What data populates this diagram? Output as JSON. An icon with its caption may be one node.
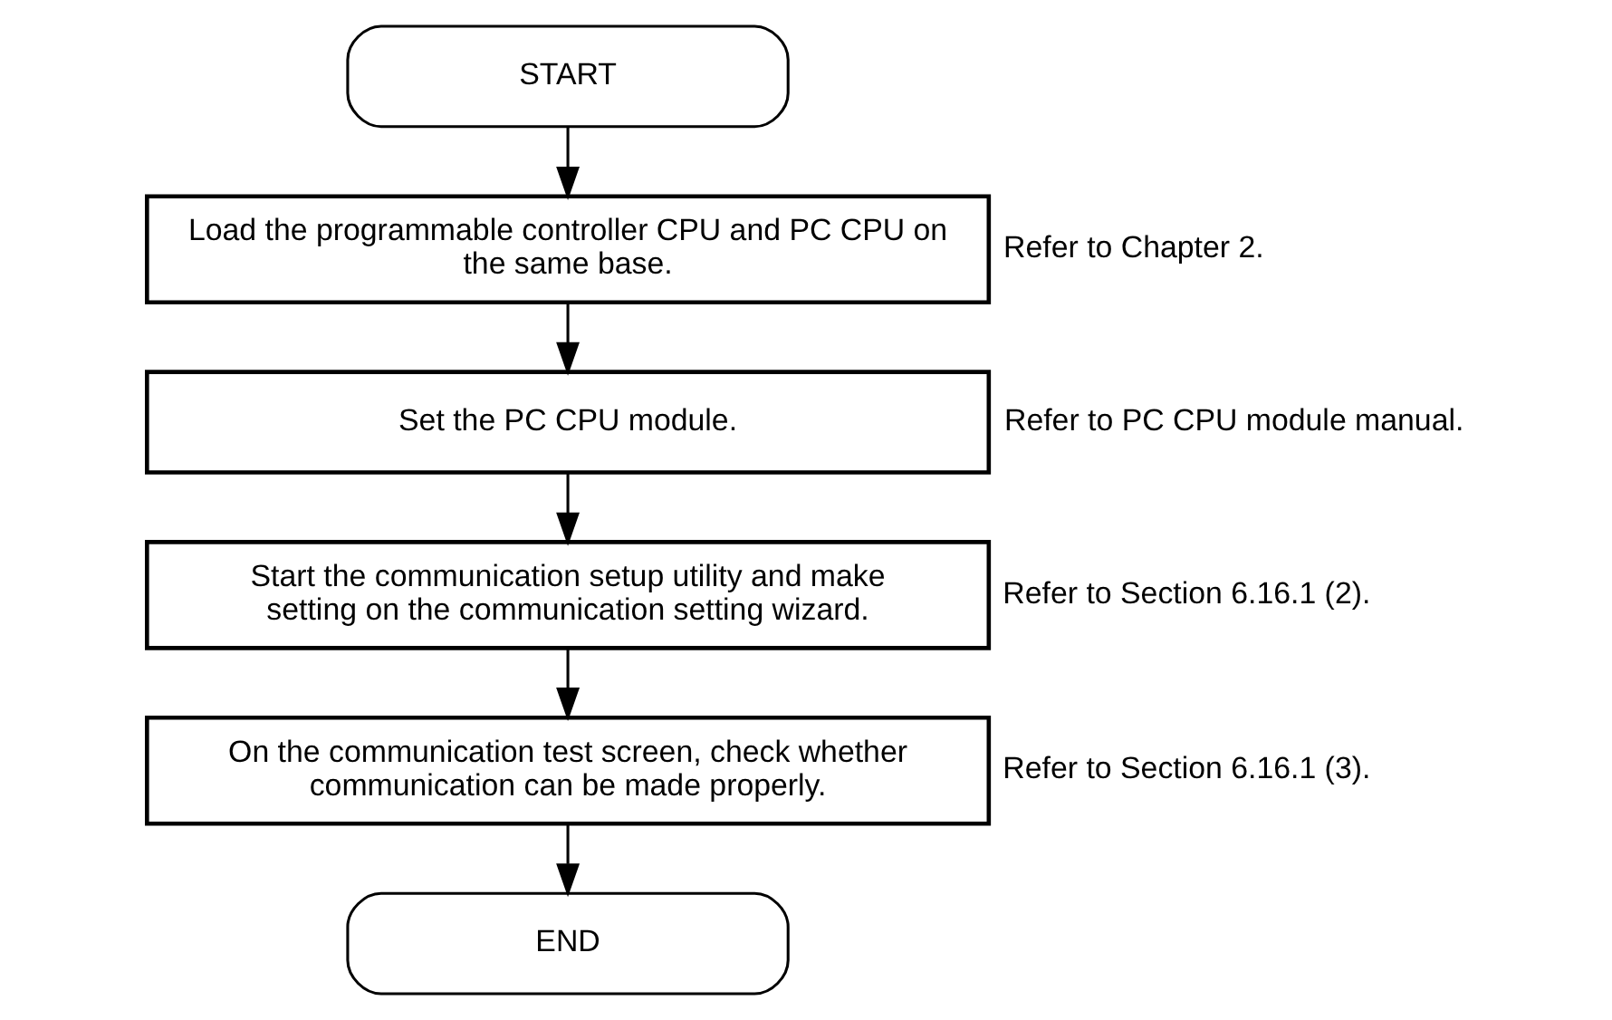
{
  "diagram": {
    "nodes": [
      {
        "text": [
          "START"
        ]
      },
      {
        "text": [
          "Load the programmable controller CPU and PC CPU on the same base."
        ],
        "beside": [
          "Refer to Chapter 2."
        ]
      },
      {
        "text": [
          "Set the PC CPU module."
        ],
        "beside": [
          "Refer to PC CPU module manual."
        ]
      },
      {
        "text": [
          "Start the communication setup utility and make setting on the communication setting wizard."
        ],
        "beside": [
          "Refer to Section 6.16.1 (2)."
        ]
      },
      {
        "text": [
          "On the communication test screen, check whether communication can be made properly."
        ],
        "beside": [
          "Refer to Section 6.16.1 (3)."
        ]
      },
      {
        "text": [
          "END"
        ]
      }
    ],
    "edges": [
      {
        "from": 0,
        "to": 1,
        "arrow": "to"
      },
      {
        "from": 1,
        "to": 2,
        "arrow": "to"
      },
      {
        "from": 2,
        "to": 3,
        "arrow": "to"
      },
      {
        "from": 3,
        "to": 4,
        "arrow": "to"
      },
      {
        "from": 4,
        "to": 5,
        "arrow": "to"
      }
    ]
  }
}
